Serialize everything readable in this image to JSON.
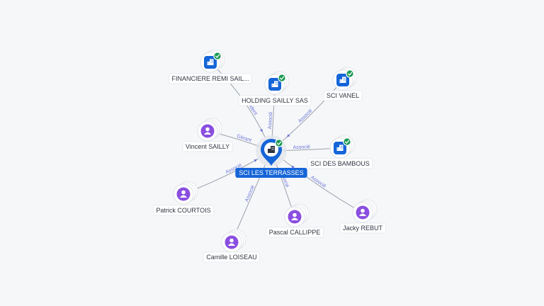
{
  "colors": {
    "company": "#1565d8",
    "person": "#8a4fe0",
    "check": "#1a9a52",
    "edge": "#9aa1ad",
    "edge_label": "#6a76d8",
    "center_pin": "#1565d8"
  },
  "center": {
    "label": "SCI LES TERRASSES",
    "icon": "building-icon",
    "verified": true
  },
  "nodes": [
    {
      "id": "financiere",
      "label": "FINANCIERE REMI SAIL...",
      "type": "company",
      "icon": "building-icon",
      "verified": true,
      "edge": "Président"
    },
    {
      "id": "holding",
      "label": "HOLDING SAILLY SAS",
      "type": "company",
      "icon": "building-icon",
      "verified": true,
      "edge": "Associé"
    },
    {
      "id": "vanel",
      "label": "SCI VANEL",
      "type": "company",
      "icon": "building-icon",
      "verified": true,
      "edge": "Associé"
    },
    {
      "id": "bambous",
      "label": "SCI DES BAMBOUS",
      "type": "company",
      "icon": "building-icon",
      "verified": true,
      "edge": "Associé"
    },
    {
      "id": "vincent",
      "label": "Vincent SAILLY",
      "type": "person",
      "icon": "person-icon",
      "verified": false,
      "edge": "Gérant"
    },
    {
      "id": "patrick",
      "label": "Patrick COURTOIS",
      "type": "person",
      "icon": "person-icon",
      "verified": false,
      "edge": "Associé"
    },
    {
      "id": "camille",
      "label": "Camille LOISEAU",
      "type": "person",
      "icon": "person-icon",
      "verified": false,
      "edge": "Associé"
    },
    {
      "id": "pascal",
      "label": "Pascal CALLIPPE",
      "type": "person",
      "icon": "person-icon",
      "verified": false,
      "edge": "Associé"
    },
    {
      "id": "jacky",
      "label": "Jacky REBUT",
      "type": "person",
      "icon": "person-icon",
      "verified": false,
      "edge": "Associé"
    }
  ]
}
